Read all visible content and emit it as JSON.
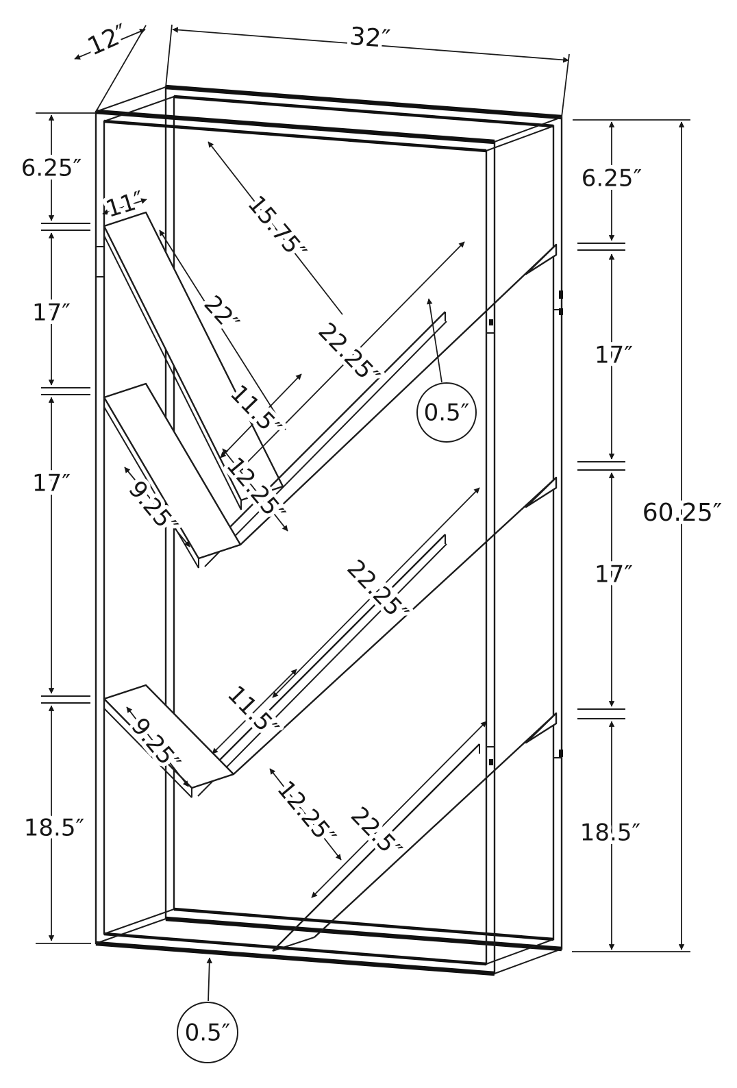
{
  "diagram": {
    "overall": {
      "width": "32″",
      "depth": "12″",
      "height": "60.25″"
    },
    "left_chain": {
      "s1": "6.25″",
      "s2": "17″",
      "s3": "17″",
      "s4": "18.5″"
    },
    "right_chain": {
      "s1": "6.25″",
      "s2": "17″",
      "s3": "17″",
      "s4": "18.5″"
    },
    "callouts": {
      "top_shelf_thickness": "0.5″",
      "bottom_frame_thickness": "0.5″"
    },
    "shelves": {
      "d11": "11″",
      "d22": "22″",
      "d1575": "15.75″",
      "d2225a": "22.25″",
      "d115a": "11.5″",
      "d925a": "9.25″",
      "d1225a": "12.25″",
      "d2225b": "22.25″",
      "d115b": "11.5″",
      "d925b": "9.25″",
      "d1225b": "12.25″",
      "d225": "22.5″"
    }
  }
}
